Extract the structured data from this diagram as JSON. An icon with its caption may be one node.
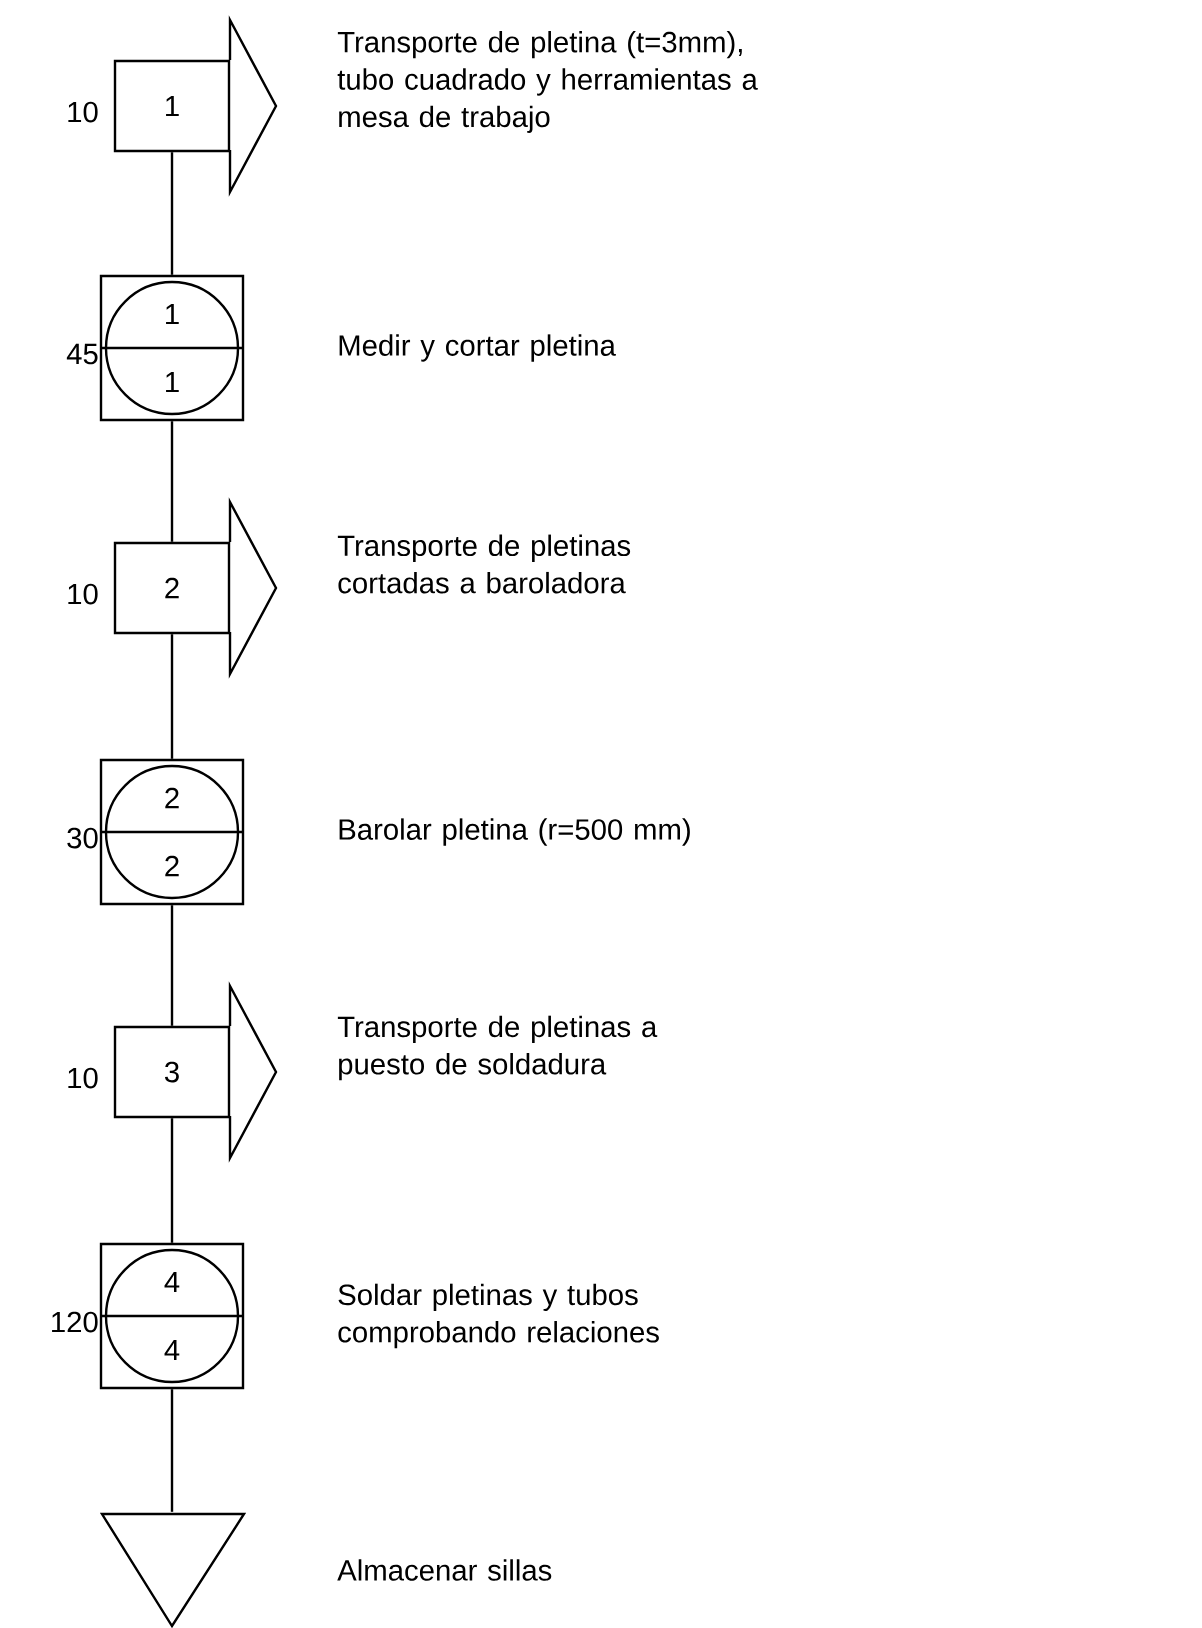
{
  "diagram": {
    "nodes": [
      {
        "text": [
          "1"
        ],
        "beside": [
          "10",
          "Transporte de pletina (t=3mm), tubo cuadrado y herramientas a mesa de trabajo"
        ]
      },
      {
        "text": [
          "1",
          "1"
        ],
        "beside": [
          "45",
          "Medir y cortar pletina"
        ]
      },
      {
        "text": [
          "2"
        ],
        "beside": [
          "10",
          "Transporte de pletinas cortadas a baroladora"
        ]
      },
      {
        "text": [
          "2",
          "2"
        ],
        "beside": [
          "30",
          "Barolar pletina (r=500 mm)"
        ]
      },
      {
        "text": [
          "3"
        ],
        "beside": [
          "10",
          "Transporte de pletinas a puesto de soldadura"
        ]
      },
      {
        "text": [
          "4",
          "4"
        ],
        "beside": [
          "120",
          "Soldar pletinas y tubos comprobando relaciones"
        ]
      },
      {
        "text": [],
        "shape": "triangle",
        "beside": [
          "Almacenar sillas"
        ]
      }
    ],
    "edges": [
      {
        "from": 0,
        "to": 1,
        "arrow": "none"
      },
      {
        "from": 1,
        "to": 2,
        "arrow": "none"
      },
      {
        "from": 2,
        "to": 3,
        "arrow": "none"
      },
      {
        "from": 3,
        "to": 4,
        "arrow": "none"
      },
      {
        "from": 4,
        "to": 5,
        "arrow": "none"
      },
      {
        "from": 5,
        "to": 6,
        "arrow": "none"
      }
    ]
  }
}
